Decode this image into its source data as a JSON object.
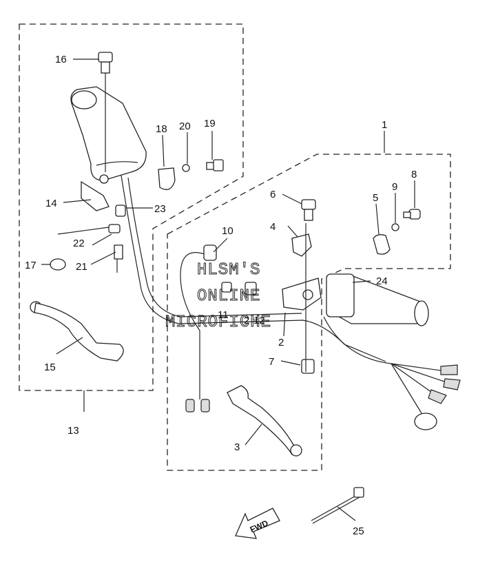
{
  "callouts": [
    "1",
    "2",
    "2",
    "3",
    "4",
    "5",
    "6",
    "7",
    "8",
    "9",
    "10",
    "11",
    "12",
    "13",
    "14",
    "15",
    "16",
    "17",
    "18",
    "19",
    "20",
    "21",
    "22",
    "23",
    "24",
    "25"
  ],
  "watermark": [
    "HLSM'S",
    "ONLINE",
    "MICROFICHE"
  ],
  "direction_label": "FWD"
}
